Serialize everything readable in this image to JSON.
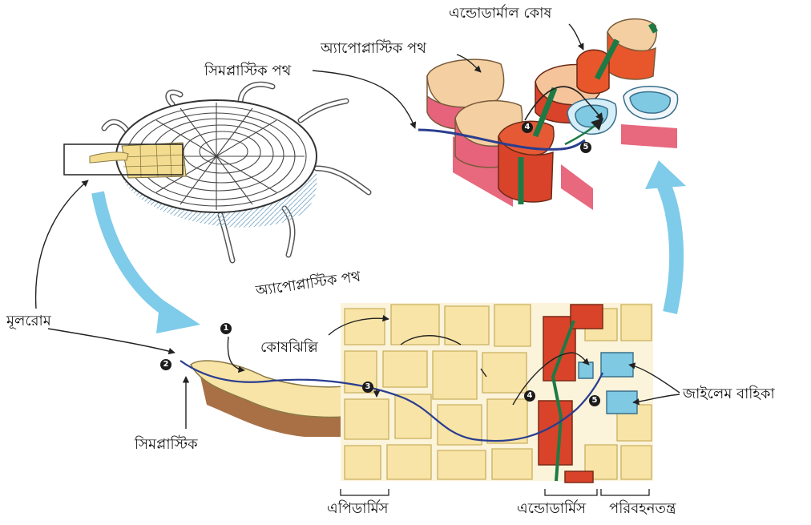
{
  "labels": {
    "endodermal_cell": "এন্ডোডার্মাল কোষ",
    "apoplastic_top": "অ্যাপোপ্লাস্টিক পথ",
    "symplastic_top": "সিমপ্লাস্টিক পথ",
    "root_hair": "মূলরোম",
    "apoplastic_mid": "অ্যাপোপ্লাস্টিক পথ",
    "cell_wall": "কোষঝিল্লি",
    "xylem_vessels": "জাইলেম বাহিকা",
    "symplastic_low": "সিমপ্লাস্টিক",
    "epidermis": "এপিডার্মিস",
    "endodermis": "এন্ডোডার্মিস",
    "vascular_tissue": "পরিবহনতন্ত্র"
  },
  "markers": [
    "1",
    "2",
    "3",
    "4",
    "5",
    "4",
    "5"
  ],
  "colors": {
    "cortex_cell": "#f8e4a6",
    "cell_wall": "#fbf3da",
    "endodermal_cell": "#d9432a",
    "casparian_strip": "#1d7a45",
    "xylem": "#7fc9e3",
    "apoplastic_path": "#2a3d8f",
    "big_arrow": "#7fcbea",
    "root_hair_base": "#a97046"
  }
}
